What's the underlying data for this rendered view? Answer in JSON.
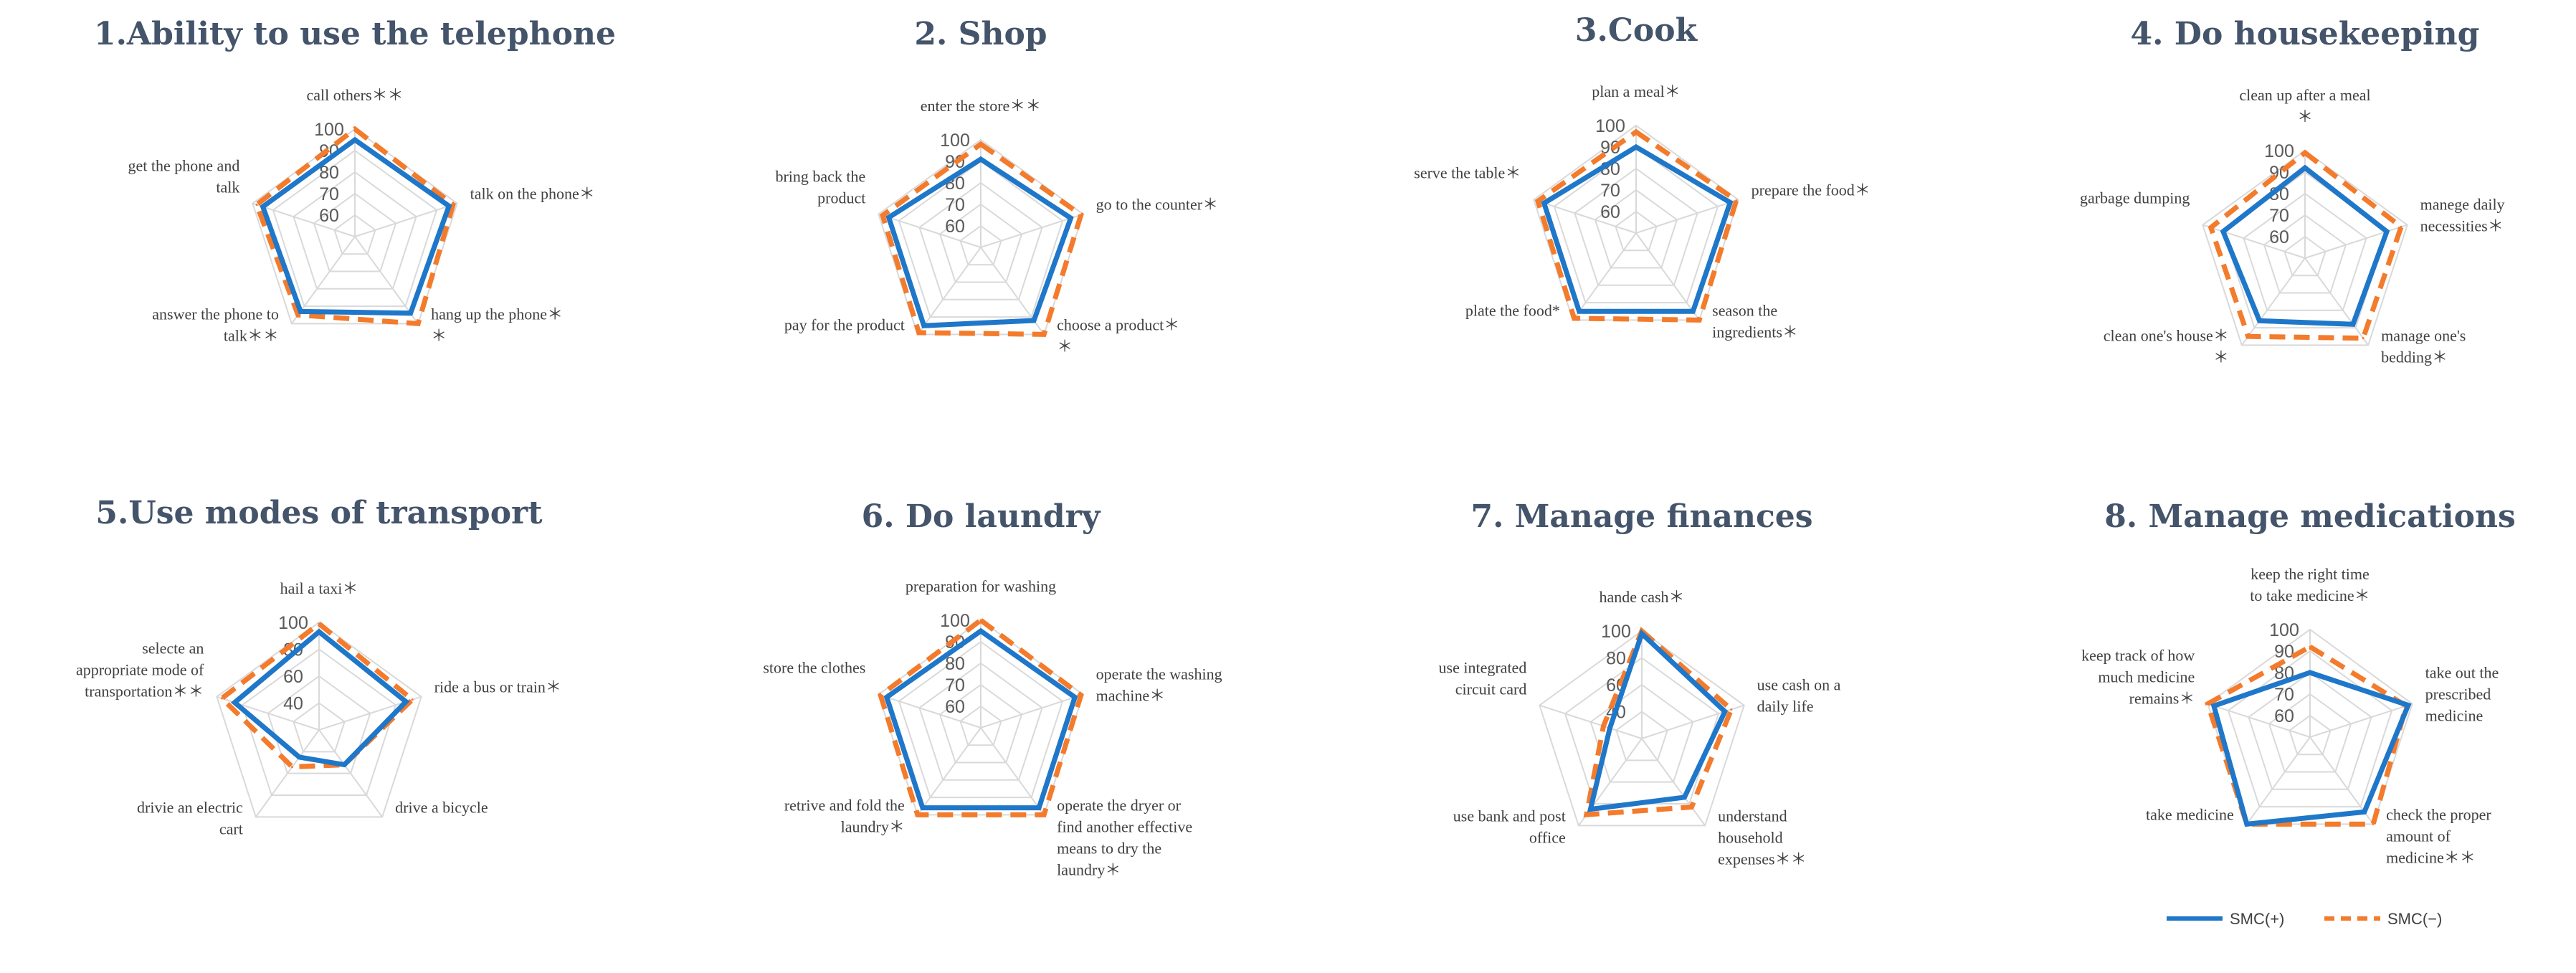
{
  "legend": {
    "series": [
      {
        "name": "SMC(+)",
        "color": "#1f77c9",
        "dash": false
      },
      {
        "name": "SMC(−)",
        "color": "#f37b2b",
        "dash": true
      }
    ]
  },
  "chart_data": [
    {
      "type": "radar",
      "title": "1.Ability to use the telephone",
      "rmin": 50,
      "rmax": 100,
      "ticks": [
        60,
        70,
        80,
        90,
        100
      ],
      "axes": [
        [
          "call others＊＊"
        ],
        [
          "talk on the phone＊"
        ],
        [
          "hang up the phone＊",
          "＊"
        ],
        [
          "answer the phone to",
          "talk＊＊"
        ],
        [
          "get the phone and",
          "talk"
        ]
      ],
      "series": [
        {
          "name": "SMC(+)",
          "values": [
            95,
            96,
            94,
            93,
            95
          ]
        },
        {
          "name": "SMC(−)",
          "values": [
            100,
            98,
            100,
            95,
            98
          ]
        }
      ]
    },
    {
      "type": "radar",
      "title": "2. Shop",
      "rmin": 50,
      "rmax": 100,
      "ticks": [
        60,
        70,
        80,
        90,
        100
      ],
      "axes": [
        [
          "enter the store＊＊"
        ],
        [
          "go to the counter＊"
        ],
        [
          "choose a product＊",
          "＊"
        ],
        [
          "pay for the product"
        ],
        [
          "bring back the",
          "product"
        ]
      ],
      "series": [
        {
          "name": "SMC(+)",
          "values": [
            91,
            94,
            92,
            95,
            95
          ]
        },
        {
          "name": "SMC(−)",
          "values": [
            98,
            99,
            100,
            99,
            98
          ]
        }
      ]
    },
    {
      "type": "radar",
      "title": "3.Cook",
      "rmin": 50,
      "rmax": 100,
      "ticks": [
        60,
        70,
        80,
        90,
        100
      ],
      "axes": [
        [
          "plan a meal＊"
        ],
        [
          "prepare the food＊"
        ],
        [
          "season the",
          "ingredients＊"
        ],
        [
          "plate the food*"
        ],
        [
          "serve the table＊"
        ]
      ],
      "series": [
        {
          "name": "SMC(+)",
          "values": [
            90,
            96,
            95,
            95,
            95
          ]
        },
        {
          "name": "SMC(−)",
          "values": [
            97,
            99,
            100,
            99,
            98
          ]
        }
      ]
    },
    {
      "type": "radar",
      "title": "4. Do housekeeping",
      "rmin": 50,
      "rmax": 100,
      "ticks": [
        60,
        70,
        80,
        90,
        100
      ],
      "axes": [
        [
          "clean up after a meal",
          "＊"
        ],
        [
          "manege daily",
          "necessities＊"
        ],
        [
          "manage one's",
          "bedding＊"
        ],
        [
          "clean one's house＊",
          "＊"
        ],
        [
          "garbage dumping"
        ]
      ],
      "series": [
        {
          "name": "SMC(+)",
          "values": [
            92,
            90,
            88,
            86,
            90
          ]
        },
        {
          "name": "SMC(−)",
          "values": [
            99,
            97,
            96,
            95,
            96
          ]
        }
      ]
    },
    {
      "type": "radar",
      "title": "5.Use modes of transport",
      "rmin": 20,
      "rmax": 100,
      "ticks": [
        40,
        60,
        80,
        100
      ],
      "axes": [
        [
          "hail a taxi＊"
        ],
        [
          "ride a bus or train＊"
        ],
        [
          "drive a bicycle"
        ],
        [
          "drivie an electric",
          "cart"
        ],
        [
          "selecte an",
          "appropriate mode of",
          "transportation＊＊"
        ]
      ],
      "series": [
        {
          "name": "SMC(+)",
          "values": [
            93,
            88,
            52,
            45,
            86
          ]
        },
        {
          "name": "SMC(−)",
          "values": [
            99,
            93,
            52,
            54,
            96
          ]
        }
      ]
    },
    {
      "type": "radar",
      "title": "6. Do laundry",
      "rmin": 50,
      "rmax": 100,
      "ticks": [
        60,
        70,
        80,
        90,
        100
      ],
      "axes": [
        [
          "preparation for washing"
        ],
        [
          "operate the washing",
          "machine＊"
        ],
        [
          "operate the dryer or",
          "find another effective",
          "means to dry the",
          "laundry＊"
        ],
        [
          "retrive and fold the",
          "laundry＊"
        ],
        [
          "store the clothes"
        ]
      ],
      "series": [
        {
          "name": "SMC(+)",
          "values": [
            95,
            96,
            96,
            96,
            96
          ]
        },
        {
          "name": "SMC(−)",
          "values": [
            100,
            99,
            100,
            100,
            99
          ]
        }
      ]
    },
    {
      "type": "radar",
      "title": "7. Manage finances",
      "rmin": 20,
      "rmax": 100,
      "ticks": [
        40,
        60,
        80,
        100
      ],
      "axes": [
        [
          "hande cash＊"
        ],
        [
          "use cash  on a",
          "daily life"
        ],
        [
          "understand",
          "household",
          "expenses＊＊"
        ],
        [
          "use bank and post",
          "office"
        ],
        [
          "use integrated",
          "circuit card"
        ]
      ],
      "series": [
        {
          "name": "SMC(+)",
          "values": [
            98,
            85,
            74,
            85,
            45
          ]
        },
        {
          "name": "SMC(−)",
          "values": [
            100,
            90,
            83,
            90,
            50
          ]
        }
      ]
    },
    {
      "type": "radar",
      "title": "8. Manage medications",
      "rmin": 50,
      "rmax": 100,
      "ticks": [
        60,
        70,
        80,
        90,
        100
      ],
      "axes": [
        [
          "keep the right time",
          "to take medicine＊"
        ],
        [
          "take out the",
          "prescribed",
          "medicine"
        ],
        [
          "check the proper",
          "amount of",
          "medicine＊＊"
        ],
        [
          "take medicine"
        ],
        [
          "keep track of how",
          "much medicine",
          "remains＊"
        ]
      ],
      "series": [
        {
          "name": "SMC(+)",
          "values": [
            80,
            98,
            93,
            100,
            97
          ]
        },
        {
          "name": "SMC(−)",
          "values": [
            92,
            97,
            100,
            100,
            100
          ]
        }
      ]
    }
  ]
}
